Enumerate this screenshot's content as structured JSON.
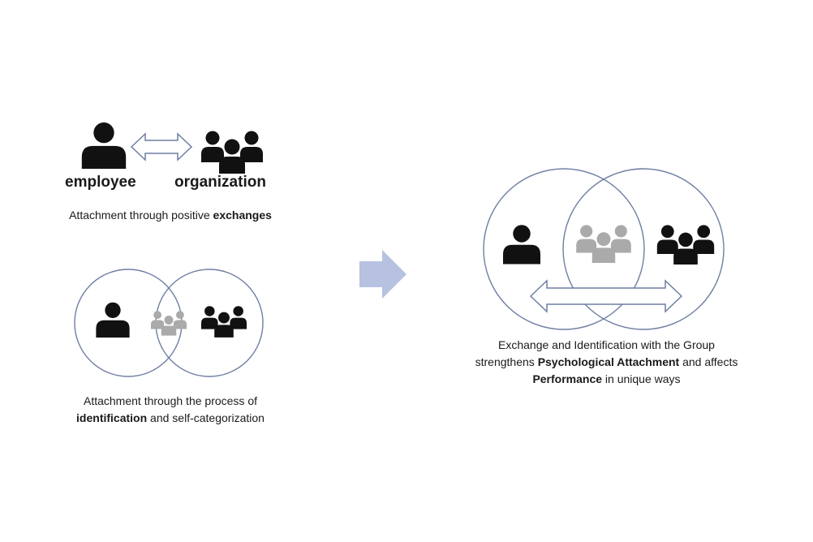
{
  "colors": {
    "icon_dark": "#111111",
    "icon_gray": "#aaaaaa",
    "circle_stroke": "#6f7fa3",
    "arrow_outline": "#6f7fa3",
    "process_arrow": "#b7c1e0"
  },
  "icons": {
    "person": "person-icon",
    "group": "group-icon"
  },
  "exchange_panel": {
    "left_label": "employee",
    "right_label": "organization",
    "caption_prefix": "Attachment through positive ",
    "caption_bold": "exchanges"
  },
  "identification_panel": {
    "caption_line1": "Attachment through the process of",
    "caption_line2_bold": "identification",
    "caption_line2_rest": " and self-categorization"
  },
  "combined_panel": {
    "caption_line1": "Exchange and Identification with the Group",
    "caption_line2_prefix": "strengthens ",
    "caption_line2_bold": "Psychological Attachment",
    "caption_line2_suffix": " and affects",
    "caption_line3_bold": "Performance",
    "caption_line3_rest": " in unique ways"
  }
}
